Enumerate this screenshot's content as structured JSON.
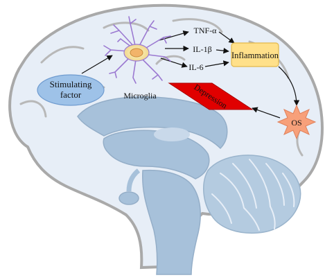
{
  "nodes": {
    "stimulating_factor": {
      "line1": "Stimulating",
      "line2": "factor"
    },
    "microglia": "Microglia",
    "tnf": "TNF-α",
    "il1": "IL-1β",
    "il6": "IL-6",
    "inflammation": "Inflammation",
    "os": "OS",
    "depression": "Depression"
  },
  "colors": {
    "brain_outline": "#a9a9a9",
    "brain_fill": "#e7eef7",
    "brain_inner": "#a7c1da",
    "cerebellum": "#b4cbe0",
    "stimulating_factor": "#9ec2e8",
    "inflammation": "#ffe08a",
    "os_burst": "#f7a07a",
    "depression": "#e00000",
    "microglia": "#9b79d1"
  }
}
